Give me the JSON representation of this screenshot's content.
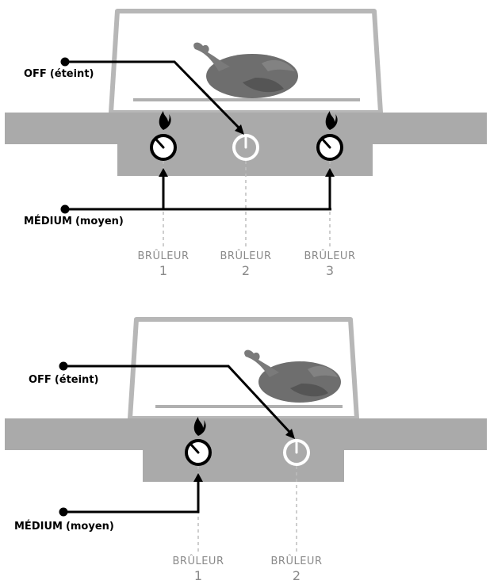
{
  "colors": {
    "grill_body": "#aaaaaa",
    "lid_fill": "#ffffff",
    "lid_stroke": "#b7b7b7",
    "turkey": "#6e6e6e",
    "turkey_shadow": "#4e4e4e",
    "knob_on": "#000000",
    "knob_off": "#ffffff",
    "line": "#000000",
    "dash": "#bdbdbd",
    "label_gray": "#8a8a8a"
  },
  "diagrams": [
    {
      "off_label": {
        "main": "OFF",
        "paren": "(éteint)"
      },
      "medium_label": {
        "main": "MÉDIUM",
        "paren": "(moyen)"
      },
      "burners": [
        {
          "word": "BRÛLEUR",
          "number": "1",
          "state": "medium",
          "flame_icon": "flame-icon"
        },
        {
          "word": "BRÛLEUR",
          "number": "2",
          "state": "off",
          "flame_icon": ""
        },
        {
          "word": "BRÛLEUR",
          "number": "3",
          "state": "medium",
          "flame_icon": "flame-icon"
        }
      ]
    },
    {
      "off_label": {
        "main": "OFF",
        "paren": "(éteint)"
      },
      "medium_label": {
        "main": "MÉDIUM",
        "paren": "(moyen)"
      },
      "burners": [
        {
          "word": "BRÛLEUR",
          "number": "1",
          "state": "medium",
          "flame_icon": "flame-icon"
        },
        {
          "word": "BRÛLEUR",
          "number": "2",
          "state": "off",
          "flame_icon": ""
        }
      ]
    }
  ]
}
